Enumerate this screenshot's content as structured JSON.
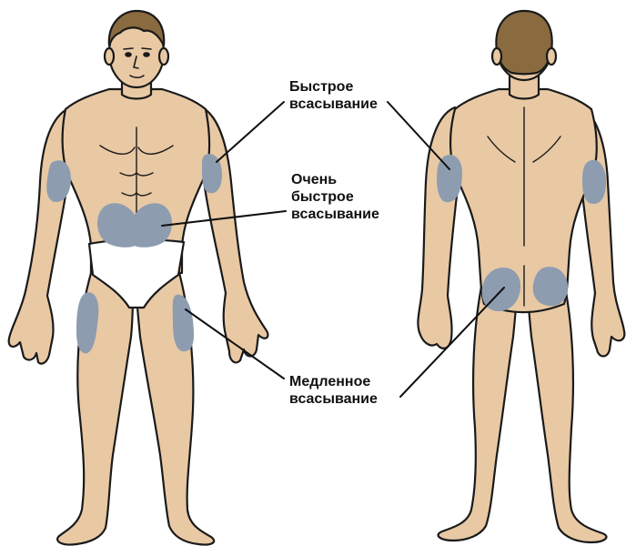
{
  "labels": {
    "fast": [
      "Быстрое",
      "всасывание"
    ],
    "very_fast": [
      "Очень",
      "быстрое",
      "всасывание"
    ],
    "slow": [
      "Медленное",
      "всасывание"
    ]
  },
  "colors": {
    "skin": "#e8c9a4",
    "outline": "#1a1a1a",
    "injection_zone": "#8e9cb0",
    "hair": "#8a6a3f",
    "underwear": "#ffffff",
    "leader_line": "#111111"
  },
  "icons": {
    "front_figure": "human-body-front",
    "back_figure": "human-body-back"
  }
}
